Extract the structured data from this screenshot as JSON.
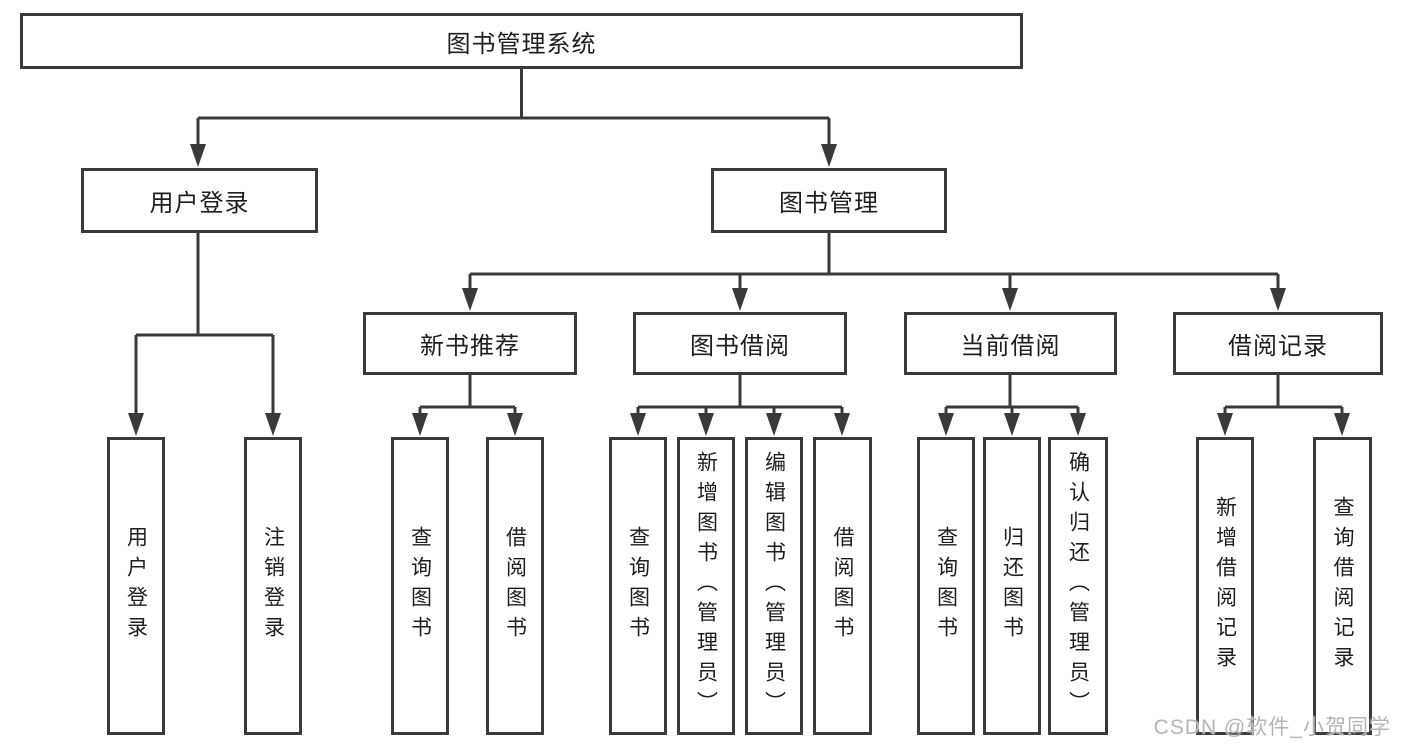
{
  "tree": {
    "label": "图书管理系统",
    "children": [
      {
        "label": "用户登录",
        "children": [
          {
            "label": "用户登录"
          },
          {
            "label": "注销登录"
          }
        ]
      },
      {
        "label": "图书管理",
        "children": [
          {
            "label": "新书推荐",
            "children": [
              {
                "label": "查询图书"
              },
              {
                "label": "借阅图书"
              }
            ]
          },
          {
            "label": "图书借阅",
            "children": [
              {
                "label": "查询图书"
              },
              {
                "label": "新增图书（管理员）"
              },
              {
                "label": "编辑图书（管理员）"
              },
              {
                "label": "借阅图书"
              }
            ]
          },
          {
            "label": "当前借阅",
            "children": [
              {
                "label": "查询图书"
              },
              {
                "label": "归还图书"
              },
              {
                "label": "确认归还（管理员）"
              }
            ]
          },
          {
            "label": "借阅记录",
            "children": [
              {
                "label": "新增借阅记录"
              },
              {
                "label": "查询借阅记录"
              }
            ]
          }
        ]
      }
    ]
  },
  "watermark": {
    "text": "CSDN @软件_小贺同学"
  },
  "colors": {
    "line": "#3a3a3a",
    "text": "#1e1e1e",
    "watermark": "#b5b5b5",
    "background": "#ffffff"
  }
}
